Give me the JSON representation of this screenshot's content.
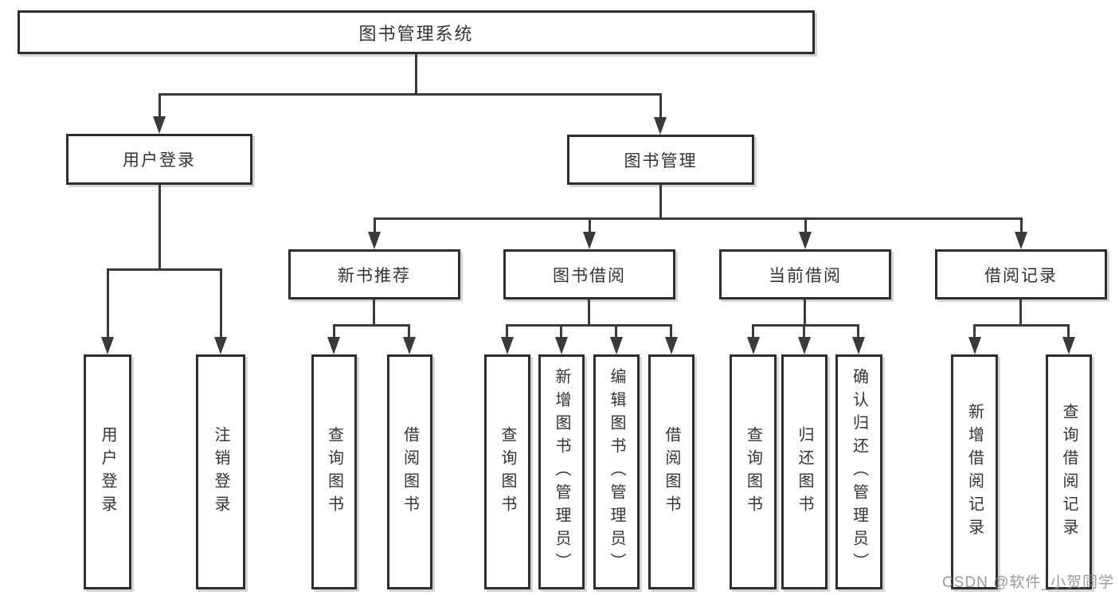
{
  "tree": {
    "root": {
      "label": "图书管理系统"
    },
    "branches": [
      {
        "label": "用户登录",
        "children": [
          {
            "label": "用户登录"
          },
          {
            "label": "注销登录"
          }
        ]
      },
      {
        "label": "图书管理",
        "children": [
          {
            "label": "新书推荐",
            "children": [
              {
                "label": "查询图书"
              },
              {
                "label": "借阅图书"
              }
            ]
          },
          {
            "label": "图书借阅",
            "children": [
              {
                "label": "查询图书"
              },
              {
                "label": "新增图书（管理员）"
              },
              {
                "label": "编辑图书（管理员）"
              },
              {
                "label": "借阅图书"
              }
            ]
          },
          {
            "label": "当前借阅",
            "children": [
              {
                "label": "查询图书"
              },
              {
                "label": "归还图书"
              },
              {
                "label": "确认归还（管理员）"
              }
            ]
          },
          {
            "label": "借阅记录",
            "children": [
              {
                "label": "新增借阅记录"
              },
              {
                "label": "查询借阅记录"
              }
            ]
          }
        ]
      }
    ]
  },
  "watermark": "CSDN @软件_小贺同学",
  "colors": {
    "line": "#3a3a3a",
    "box_border": "#2e2e2e",
    "background": "#ffffff",
    "watermark": "#8a8a8a"
  }
}
